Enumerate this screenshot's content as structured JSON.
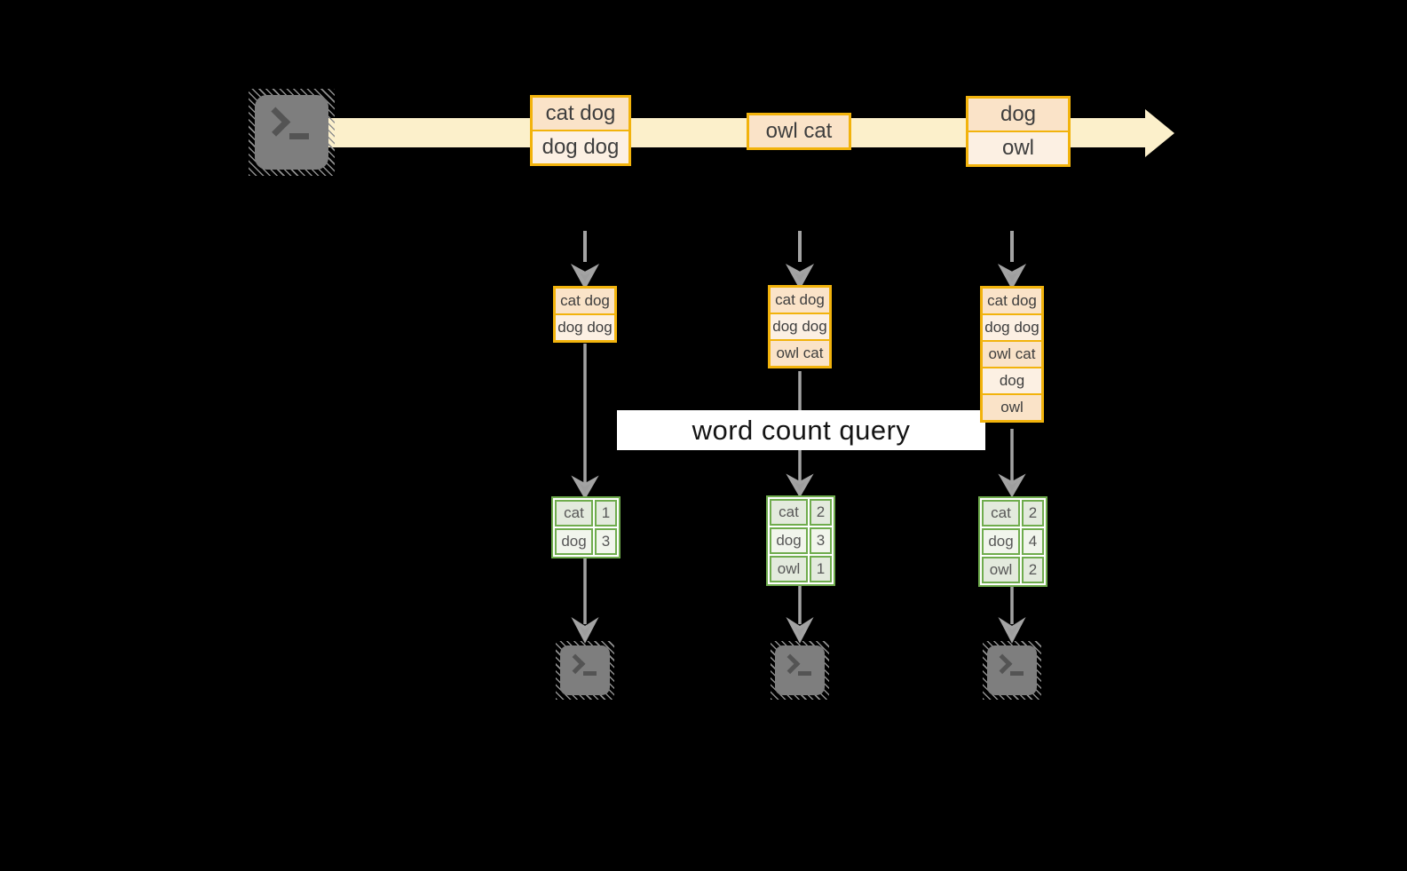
{
  "query": {
    "label": "word count query"
  },
  "stream": {
    "messages": [
      {
        "rows": [
          "cat dog",
          "dog dog"
        ]
      },
      {
        "rows": [
          "owl cat"
        ]
      },
      {
        "rows": [
          "dog",
          "owl"
        ]
      }
    ]
  },
  "columns": [
    {
      "state_rows": [
        "cat dog",
        "dog dog"
      ],
      "counts": [
        {
          "word": "cat",
          "count": "1"
        },
        {
          "word": "dog",
          "count": "3"
        }
      ]
    },
    {
      "state_rows": [
        "cat dog",
        "dog dog",
        "owl cat"
      ],
      "counts": [
        {
          "word": "cat",
          "count": "2"
        },
        {
          "word": "dog",
          "count": "3"
        },
        {
          "word": "owl",
          "count": "1"
        }
      ]
    },
    {
      "state_rows": [
        "cat dog",
        "dog dog",
        "owl cat",
        "dog",
        "owl"
      ],
      "counts": [
        {
          "word": "cat",
          "count": "2"
        },
        {
          "word": "dog",
          "count": "4"
        },
        {
          "word": "owl",
          "count": "2"
        }
      ]
    }
  ],
  "colors": {
    "background": "#000000",
    "stream_band": "#FCF0CB",
    "box_border_gold": "#F2B30C",
    "box_fill_dark": "#FAE3C8",
    "box_fill_light": "#FCF0E3",
    "table_border_green": "#6FAC4D",
    "table_fill_dark": "#E3EADD",
    "table_fill_light": "#F1F5EC",
    "arrow_gray": "#A3A3A3",
    "terminal_gray": "#7E7E7E"
  },
  "icons": {
    "terminal_source": "terminal-icon",
    "terminal_sinks": "terminal-icon"
  }
}
